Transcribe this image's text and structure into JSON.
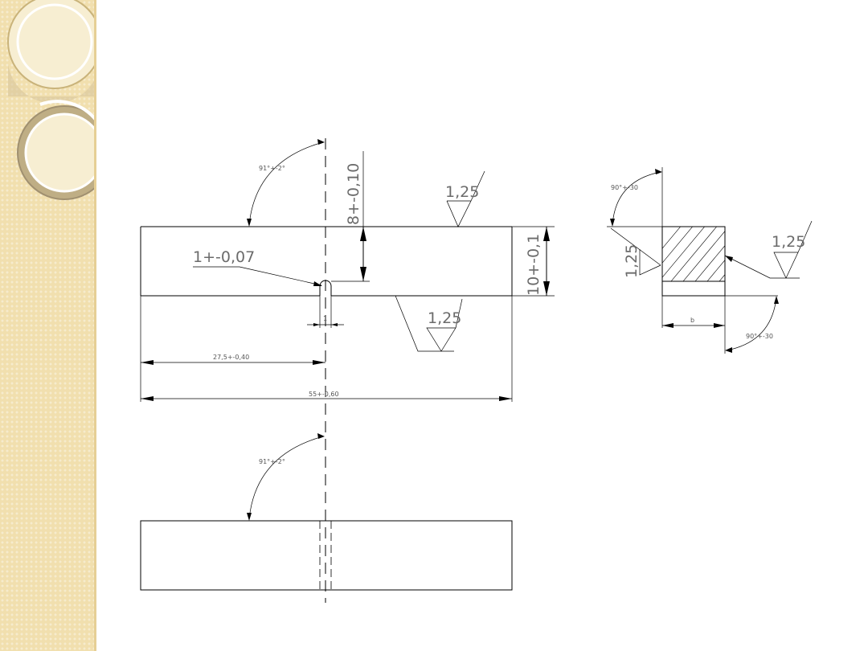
{
  "drawing": {
    "front_view": {
      "notch_width_tol": "1+-0,07",
      "notch_depth_tol": "8+-0,10",
      "height_tol": "10+-0,1",
      "notch_angle": "91°+-2°",
      "roughness_top": "1,25",
      "roughness_notch": "1,25",
      "notch_position": "27,5+-0,40",
      "total_length": "55+-0,60",
      "notch_width_label": "1"
    },
    "side_view": {
      "angle_top": "90°+-30",
      "angle_bottom": "90°+-30",
      "roughness_right": "1,25",
      "roughness_left": "1,25",
      "width_label": "b"
    },
    "bottom_view": {
      "notch_angle": "91°+-2°"
    }
  },
  "colors": {
    "panel_bg": "#f1dfae",
    "line": "#000000",
    "text": "#555555"
  }
}
